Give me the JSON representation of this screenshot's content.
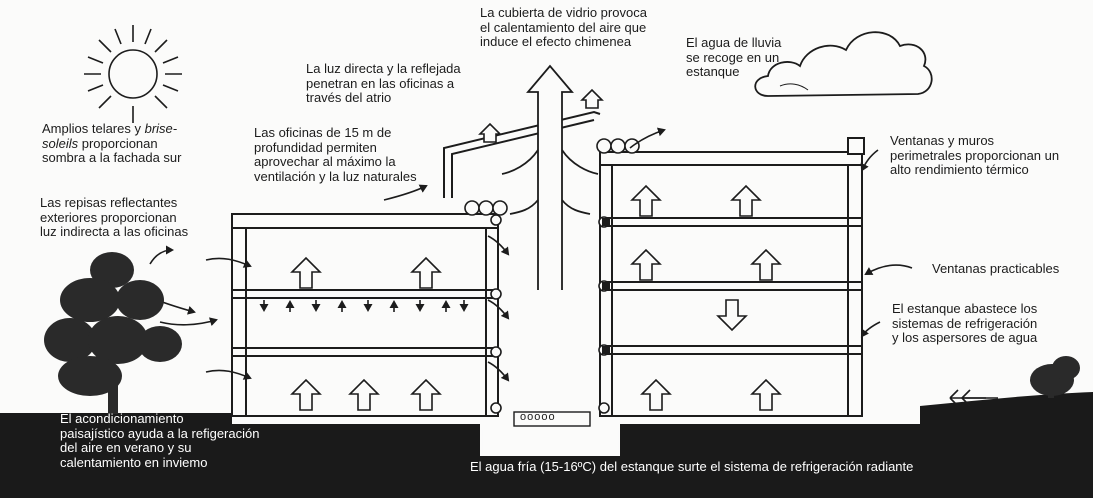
{
  "colors": {
    "ink": "#1c1c1c",
    "ground": "#1a1a1a",
    "paper": "#fbfbfa",
    "label_on_dark": "#ffffff"
  },
  "labels": {
    "glass_roof": "La cubierta de vidrio provoca\nel calentamiento del aire que\ninduce el efecto chimenea",
    "rainwater": "El agua de lluvia\nse recoge en un\nestanque",
    "direct_light": "La luz directa y la reflejada\npenetran en las oficinas a\ntravés del atrio",
    "awnings_a": "Amplios telares y ",
    "awnings_b": "brise-",
    "awnings_c": "soleils",
    "awnings_d": " proporcionan\nsombra a la fachada sur",
    "office_depth": "Las oficinas de 15 m de\nprofundidad permiten\naprovechar al máximo la\nventilación y la luz naturales",
    "perimeter": "Ventanas y muros\nperimetrales proporcionan un\nalto rendimiento térmico",
    "light_shelves": "Las repisas reflectantes\nexteriores proporcionan\nluz indirecta a las oficinas",
    "windows": "Ventanas practicables",
    "pond_supply": "El estanque abastece los\nsistemas de refrigeración\ny los aspersores de agua",
    "landscaping": "El acondicionamiento\npaisajístico ayuda a la refigeración\ndel aire en verano y su\ncalentamiento en inviemo",
    "cold_water": "El agua fría (15-16ºC) del estanque surte el sistema de refrigeración radiante",
    "pipe_marks": "ooooo"
  }
}
